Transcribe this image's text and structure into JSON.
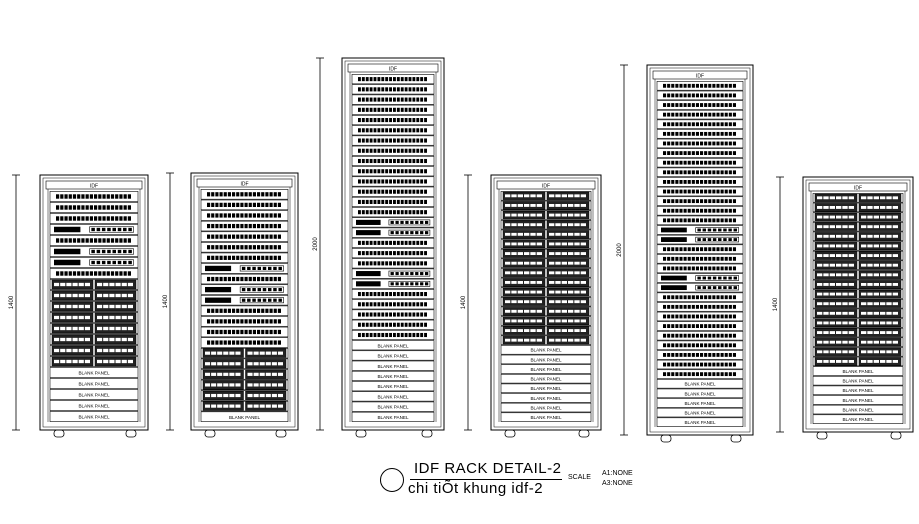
{
  "title": {
    "main": "IDF RACK DETAIL-2",
    "sub": "chi tiÕt khung idf-2",
    "scale_label": "SCALE",
    "scale_a1": "A1:NONE",
    "scale_a2": "A3:NONE"
  },
  "racks": [
    {
      "id": "rack-1",
      "dimension": "1400",
      "top_label": "IDF",
      "units": [
        "patch",
        "patch",
        "patch",
        "switch",
        "patch",
        "switch",
        "switch",
        "patch",
        "grid",
        "grid",
        "grid",
        "grid",
        "grid",
        "grid",
        "grid2",
        "grid2",
        "blank",
        "blank",
        "blank",
        "blank",
        "blank"
      ],
      "blank_label": "BLANK PANEL"
    },
    {
      "id": "rack-2",
      "dimension": "1400",
      "top_label": "IDF",
      "units": [
        "patch",
        "patch",
        "patch",
        "patch",
        "patch",
        "patch",
        "patch",
        "switch",
        "patch",
        "switch",
        "switch",
        "patch",
        "patch",
        "patch",
        "patch",
        "grid",
        "grid",
        "grid",
        "grid",
        "grid",
        "grid",
        "blank"
      ],
      "blank_label": "BLANK PANEL"
    },
    {
      "id": "rack-3",
      "dimension": "2000",
      "top_label": "IDF",
      "units": [
        "patch",
        "patch",
        "patch",
        "patch",
        "patch",
        "patch",
        "patch",
        "patch",
        "patch",
        "patch",
        "patch",
        "patch",
        "patch",
        "patch",
        "switch",
        "switch",
        "patch",
        "patch",
        "patch",
        "switch",
        "switch",
        "patch",
        "patch",
        "patch",
        "patch",
        "patch",
        "blank",
        "blank",
        "blank",
        "blank",
        "blank",
        "blank",
        "blank",
        "blank"
      ],
      "blank_label": "BLANK PANEL"
    },
    {
      "id": "rack-4",
      "dimension": "1400",
      "top_label": "IDF",
      "units": [
        "grid",
        "grid",
        "grid",
        "grid",
        "grid",
        "grid",
        "grid",
        "grid",
        "grid",
        "grid",
        "grid",
        "grid",
        "grid",
        "grid",
        "grid",
        "grid",
        "blank",
        "blank",
        "blank",
        "blank",
        "blank",
        "blank",
        "blank",
        "blank"
      ],
      "blank_label": "BLANK PANEL"
    },
    {
      "id": "rack-5",
      "dimension": "2000",
      "top_label": "IDF",
      "units": [
        "patch",
        "patch",
        "patch",
        "patch",
        "patch",
        "patch",
        "patch",
        "patch",
        "patch",
        "patch",
        "patch",
        "patch",
        "patch",
        "patch",
        "patch",
        "switch",
        "switch",
        "patch",
        "patch",
        "patch",
        "switch",
        "switch",
        "patch",
        "patch",
        "patch",
        "patch",
        "patch",
        "patch",
        "patch",
        "patch",
        "patch",
        "blank",
        "blank",
        "blank",
        "blank",
        "blank"
      ],
      "blank_label": "BLANK PANEL"
    },
    {
      "id": "rack-6",
      "dimension": "1400",
      "top_label": "IDF",
      "units": [
        "grid",
        "grid",
        "grid",
        "grid",
        "grid",
        "grid",
        "grid",
        "grid",
        "grid",
        "grid",
        "grid",
        "grid",
        "grid",
        "grid",
        "grid",
        "grid",
        "grid",
        "grid",
        "blank",
        "blank",
        "blank",
        "blank",
        "blank",
        "blank"
      ],
      "blank_label": "BLANK PANEL"
    }
  ]
}
